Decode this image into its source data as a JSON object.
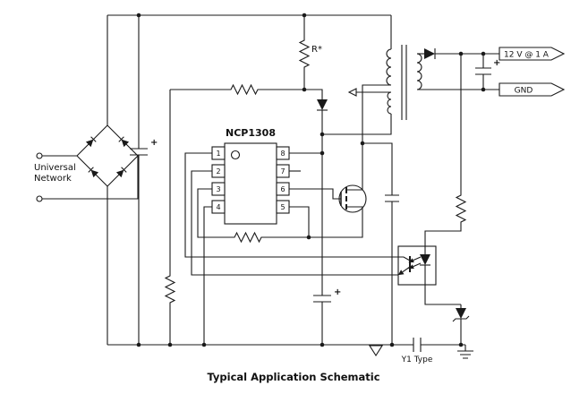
{
  "title": "Typical Application Schematic",
  "ic": {
    "name": "NCP1308",
    "pins": [
      "1",
      "2",
      "3",
      "4",
      "5",
      "6",
      "7",
      "8"
    ]
  },
  "labels": {
    "r_star": "R*",
    "input_line1": "Universal",
    "input_line2": "Network",
    "output_voltage": "12 V @ 1 A",
    "output_ground": "GND",
    "y1_cap": "Y1 Type",
    "plus": "+"
  },
  "colors": {
    "stroke": "#1a1a1a",
    "background": "#ffffff"
  }
}
